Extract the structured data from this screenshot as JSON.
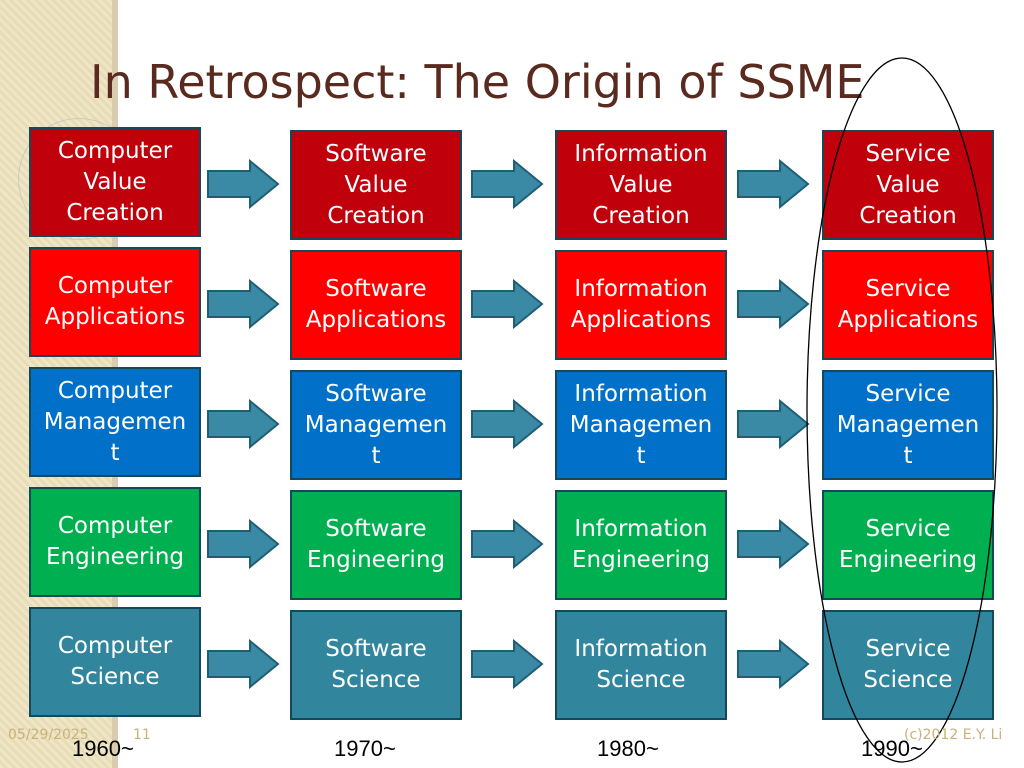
{
  "title": "In Retrospect:  The Origin of SSME",
  "colors": {
    "value_creation": "#c0000b",
    "applications": "#ff0000",
    "management": "#0070c8",
    "engineering": "#00b050",
    "science": "#31859c",
    "arrow": "#3a8aa5",
    "title": "#5a2a1e"
  },
  "columns": [
    {
      "year": "1960~",
      "boxes": [
        "Computer\nValue\nCreation",
        "Computer\nApplications",
        "Computer\nManagemen\nt",
        "Computer\nEngineering",
        "Computer\nScience"
      ]
    },
    {
      "year": "1970~",
      "boxes": [
        "Software\nValue\nCreation",
        "Software\nApplications",
        "Software\nManagemen\nt",
        "Software\nEngineering",
        "Software\nScience"
      ]
    },
    {
      "year": "1980~",
      "boxes": [
        "Information\nValue\nCreation",
        "Information\nApplications",
        "Information\nManagemen\nt",
        "Information\nEngineering",
        "Information\nScience"
      ]
    },
    {
      "year": "1990~",
      "boxes": [
        "Service\nValue\nCreation",
        "Service\nApplications",
        "Service\nManagemen\nt",
        "Service\nEngineering",
        "Service\nScience"
      ]
    }
  ],
  "footer": {
    "date": "05/29/2025",
    "page": "11",
    "copyright": "(c)2012 E.Y. Li"
  }
}
